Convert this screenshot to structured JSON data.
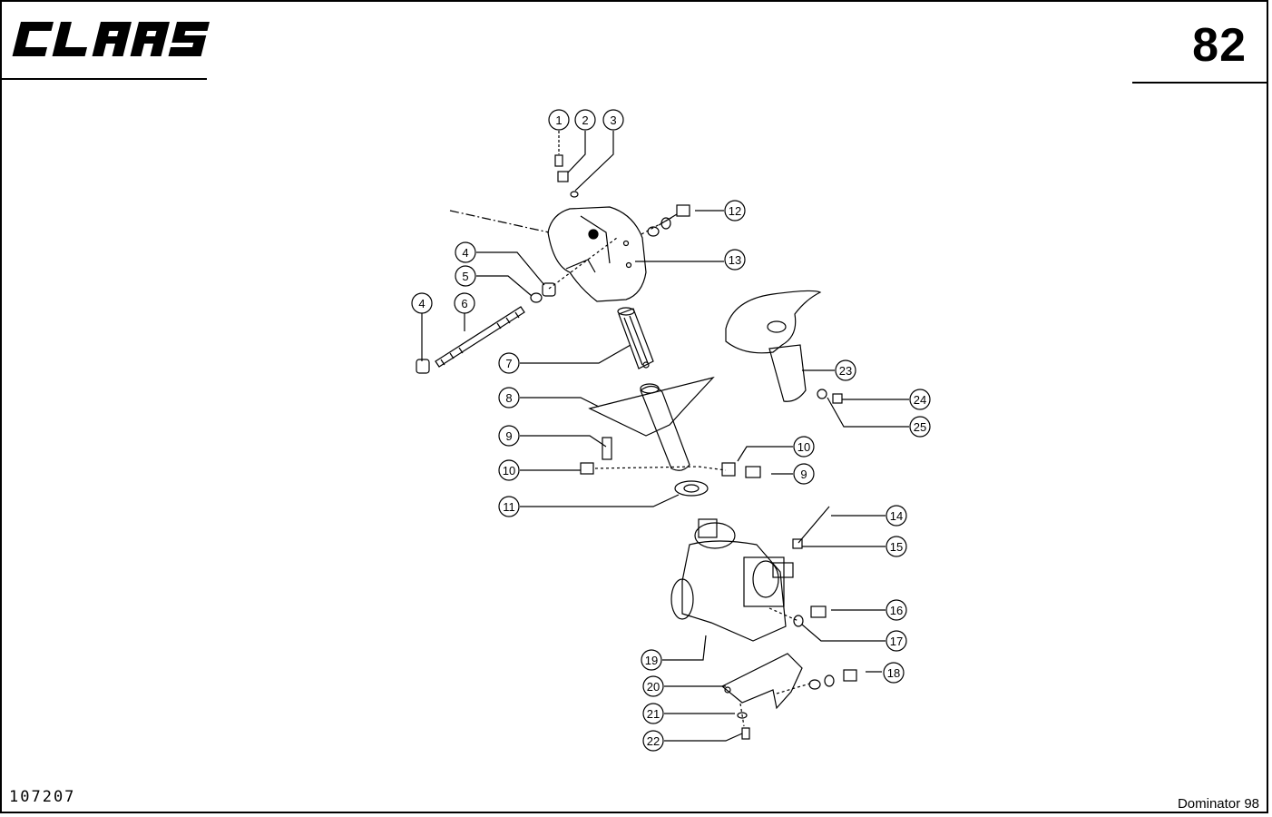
{
  "header": {
    "brand": "CLAAS",
    "page_number": "82"
  },
  "footer": {
    "drawing_number": "107207",
    "model": "Dominator 98"
  },
  "callouts": [
    {
      "id": "c1",
      "label": "1"
    },
    {
      "id": "c2",
      "label": "2"
    },
    {
      "id": "c3",
      "label": "3"
    },
    {
      "id": "c4a",
      "label": "4"
    },
    {
      "id": "c5",
      "label": "5"
    },
    {
      "id": "c4b",
      "label": "4"
    },
    {
      "id": "c6",
      "label": "6"
    },
    {
      "id": "c7",
      "label": "7"
    },
    {
      "id": "c8",
      "label": "8"
    },
    {
      "id": "c9a",
      "label": "9"
    },
    {
      "id": "c10a",
      "label": "10"
    },
    {
      "id": "c11",
      "label": "11"
    },
    {
      "id": "c12",
      "label": "12"
    },
    {
      "id": "c13",
      "label": "13"
    },
    {
      "id": "c23",
      "label": "23"
    },
    {
      "id": "c24",
      "label": "24"
    },
    {
      "id": "c25",
      "label": "25"
    },
    {
      "id": "c10b",
      "label": "10"
    },
    {
      "id": "c9b",
      "label": "9"
    },
    {
      "id": "c14",
      "label": "14"
    },
    {
      "id": "c15",
      "label": "15"
    },
    {
      "id": "c16",
      "label": "16"
    },
    {
      "id": "c17",
      "label": "17"
    },
    {
      "id": "c18",
      "label": "18"
    },
    {
      "id": "c19",
      "label": "19"
    },
    {
      "id": "c20",
      "label": "20"
    },
    {
      "id": "c21",
      "label": "21"
    },
    {
      "id": "c22",
      "label": "22"
    }
  ]
}
